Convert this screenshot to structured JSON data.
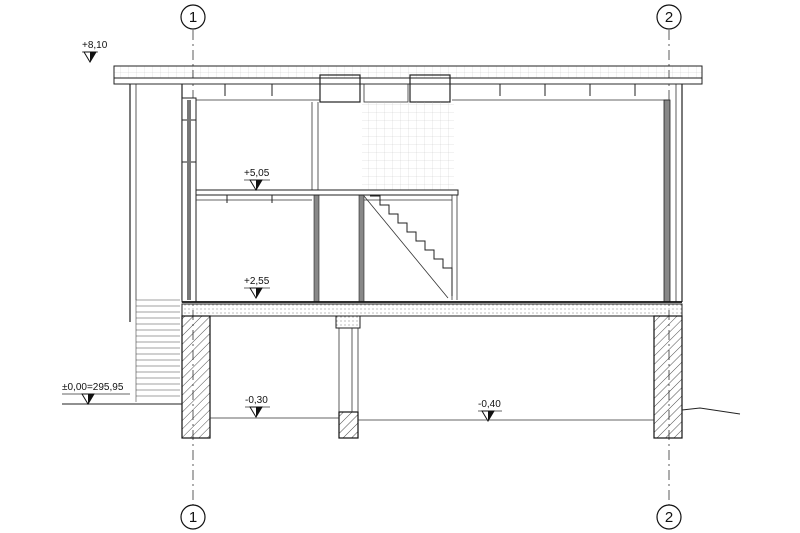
{
  "axes": [
    {
      "id": "axis-1",
      "label": "1"
    },
    {
      "id": "axis-2",
      "label": "2"
    }
  ],
  "levels": {
    "roof": "+8,10",
    "upper_floor": "+5,05",
    "main_floor": "+2,55",
    "ground": "±0,00=295,95",
    "basement_left": "-0,30",
    "basement_right": "-0,40"
  }
}
